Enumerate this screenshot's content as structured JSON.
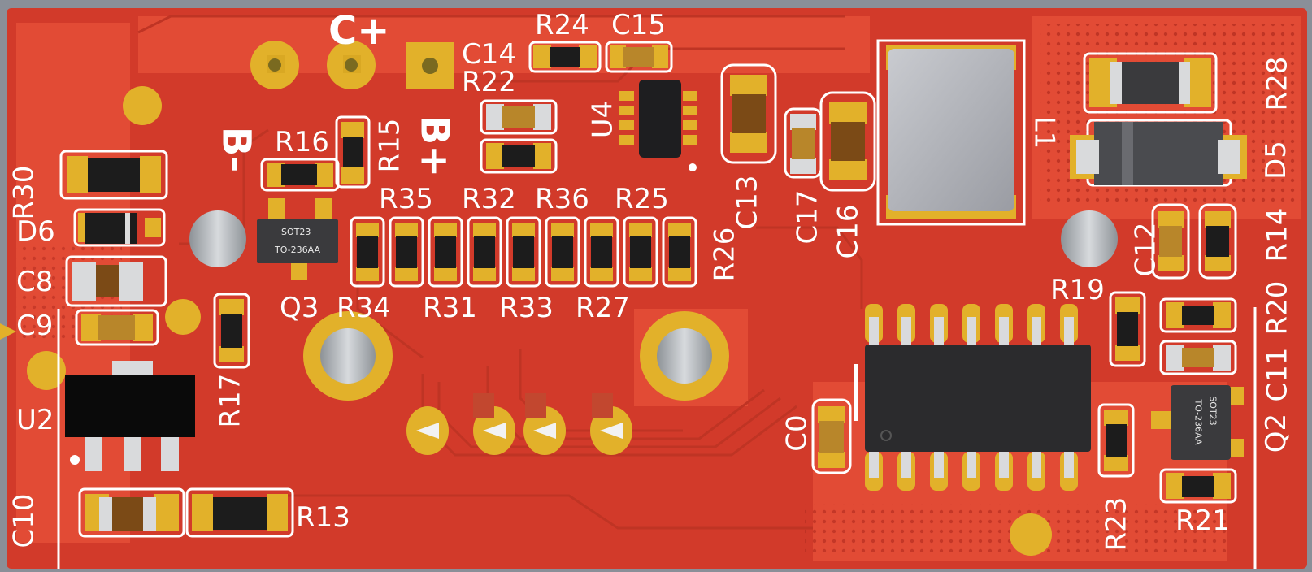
{
  "board": {
    "colors": {
      "substrate": "#d23a2a",
      "copper": "#e24b35",
      "pad": "#e2b12a",
      "silkscreen": "#ffffff",
      "ic_body": "#2b2b2d",
      "resistor_body": "#1c1c1c",
      "capacitor_body": "#b8862a",
      "edge": "#8a8f98"
    },
    "labels": {
      "r30": "R30",
      "d6": "D6",
      "c8": "C8",
      "c9": "C9",
      "u2": "U2",
      "c10": "C10",
      "r13": "R13",
      "r17": "R17",
      "b_minus": "B-",
      "c_plus": "C+",
      "b_plus": "B+",
      "r16": "R16",
      "r15": "R15",
      "q3": "Q3",
      "r34": "R34",
      "r35": "R35",
      "r31": "R31",
      "r32": "R32",
      "r33": "R33",
      "r36": "R36",
      "r27": "R27",
      "r25": "R25",
      "r26": "R26",
      "r24": "R24",
      "c15": "C15",
      "c14": "C14",
      "r22": "R22",
      "u4": "U4",
      "c13": "C13",
      "c17": "C17",
      "c16": "C16",
      "l1": "L1",
      "d5": "D5",
      "r28": "R28",
      "c12": "C12",
      "r14": "R14",
      "r19": "R19",
      "r20": "R20",
      "c11": "C11",
      "q2": "Q2",
      "c0": "C0",
      "r23": "R23",
      "r21": "R21"
    },
    "package_text": {
      "q3_line1": "SOT23",
      "q3_line2": "TO-236AA",
      "q2_line1": "SOT23",
      "q2_line2": "TO-236AA"
    }
  }
}
